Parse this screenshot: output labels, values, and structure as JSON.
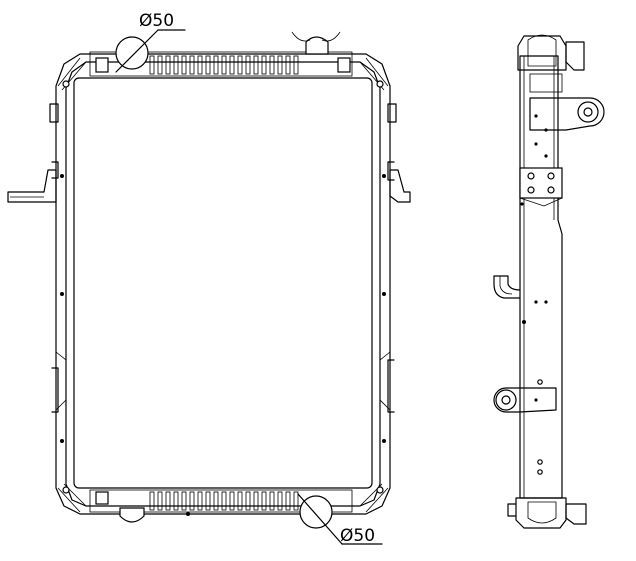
{
  "drawing": {
    "dimension_top": "Ø50",
    "dimension_bottom": "Ø50"
  },
  "views": [
    "front-view",
    "side-view"
  ]
}
